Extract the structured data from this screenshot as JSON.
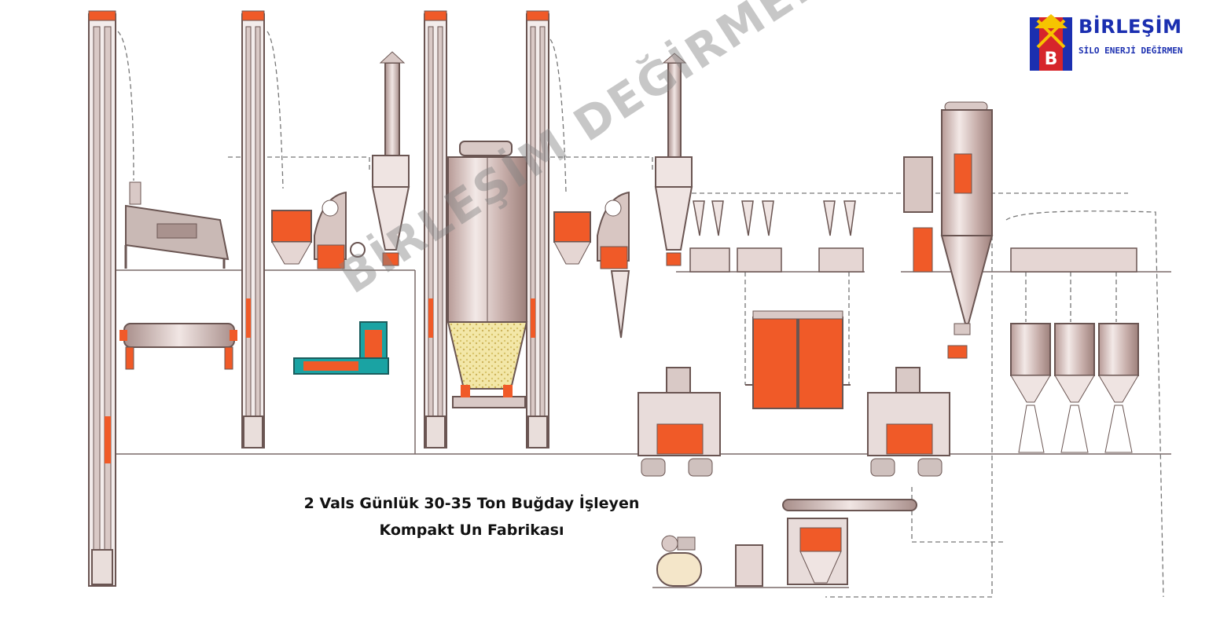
{
  "caption": {
    "line1": "2 Vals Günlük 30-35 Ton Buğday İşleyen",
    "line2": "Kompakt Un Fabrikası"
  },
  "logo": {
    "word": "BİRLEŞİM",
    "subtitle": "SİLO ENERJİ DEĞİRMEN",
    "mark_letter": "B"
  },
  "watermark": "BİRLEŞİM DEĞİRMEN",
  "colors": {
    "machine_orange": "#f05a28",
    "frame_grey": "#c9b9b5",
    "outline": "#6a5552",
    "teal": "#1aa3a3",
    "logo_blue": "#1b2fb0",
    "logo_red": "#d6252b",
    "logo_yellow": "#f6c400"
  }
}
